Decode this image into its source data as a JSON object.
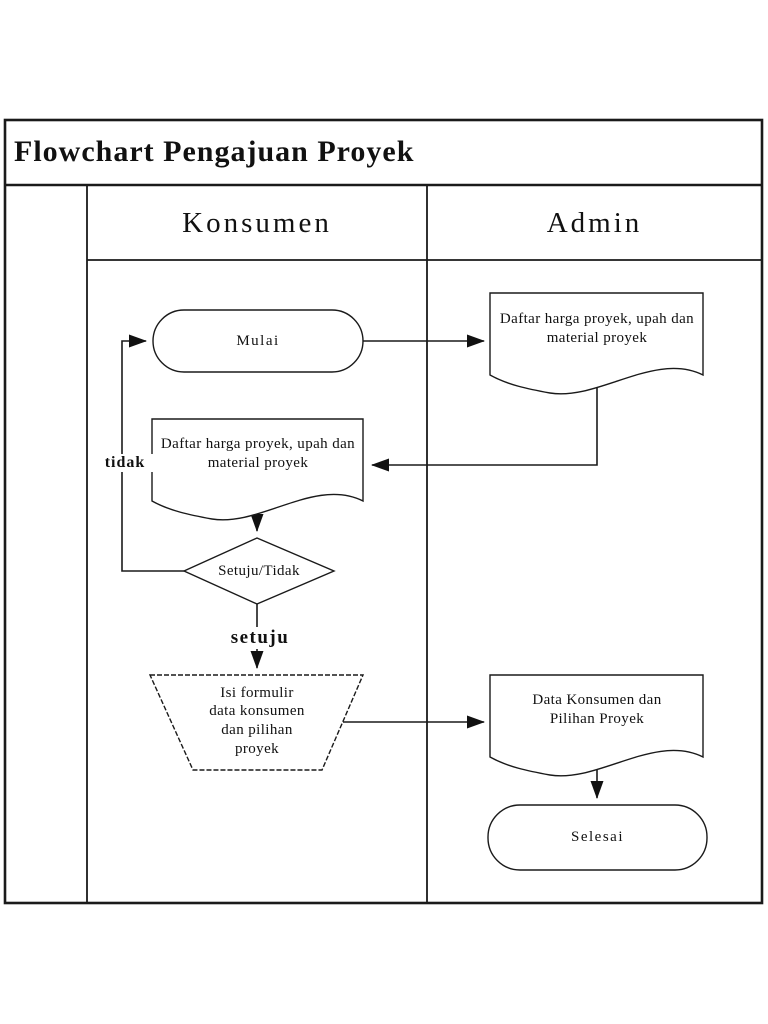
{
  "title": "Flowchart Pengajuan Proyek",
  "lanes": [
    {
      "label": "Konsumen"
    },
    {
      "label": "Admin"
    }
  ],
  "nodes": [
    {
      "id": "mulai",
      "lane": "Konsumen",
      "shape": "terminator",
      "label": "Mulai"
    },
    {
      "id": "daftar-harga-admin",
      "lane": "Admin",
      "shape": "document",
      "label": "Daftar harga proyek, upah dan material proyek"
    },
    {
      "id": "daftar-harga-konsumen",
      "lane": "Konsumen",
      "shape": "document",
      "label": "Daftar harga proyek, upah dan material proyek"
    },
    {
      "id": "setuju-tidak",
      "lane": "Konsumen",
      "shape": "decision",
      "label": "Setuju/Tidak"
    },
    {
      "id": "isi-formulir",
      "lane": "Konsumen",
      "shape": "manual-operation",
      "label": "Isi formulir data konsumen dan pilihan proyek"
    },
    {
      "id": "data-konsumen",
      "lane": "Admin",
      "shape": "document",
      "label": "Data Konsumen dan Pilihan Proyek"
    },
    {
      "id": "selesai",
      "lane": "Admin",
      "shape": "terminator",
      "label": "Selesai"
    }
  ],
  "edge_labels": [
    {
      "label": "tidak"
    },
    {
      "label": "setuju"
    }
  ],
  "colors": {
    "ink": "#1a1a1a",
    "background": "#ffffff"
  }
}
